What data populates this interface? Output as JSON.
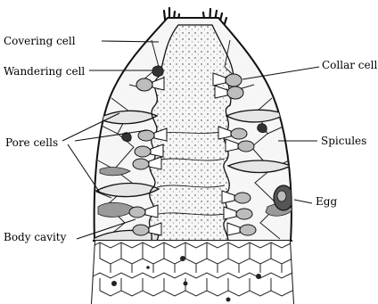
{
  "labels": {
    "covering_cell": "Covering cell",
    "wandering_cell": "Wandering cell",
    "pore_cells": "Pore cells",
    "body_cavity": "Body cavity",
    "collar_cell": "Collar cell",
    "spicules": "Spicules",
    "egg": "Egg"
  },
  "colors": {
    "ink": "#111111",
    "shading": "#9a9a9a",
    "light_fill": "#e6e6e6",
    "background": "#ffffff"
  }
}
